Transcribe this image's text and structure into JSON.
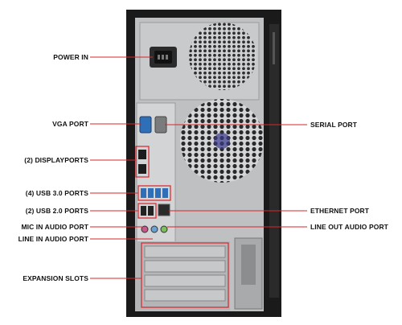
{
  "labels": {
    "power_in": "POWER IN",
    "vga_port": "VGA PORT",
    "displayports": "(2) DISPLAYPORTS",
    "usb3_ports": "(4) USB 3.0 PORTS",
    "usb2_ports": "(2) USB 2.0 PORTS",
    "mic_in": "MIC IN AUDIO PORT",
    "line_in": "LINE IN AUDIO PORT",
    "expansion_slots": "EXPANSION SLOTS",
    "serial_port": "SERIAL PORT",
    "ethernet_port": "ETHERNET PORT",
    "line_out": "LINE OUT AUDIO PORT"
  },
  "colors": {
    "callout": "#d9242a",
    "chassis": "#1a1a1a",
    "panel": "#bfc0c2",
    "port_blue": "#2f6fb8"
  }
}
